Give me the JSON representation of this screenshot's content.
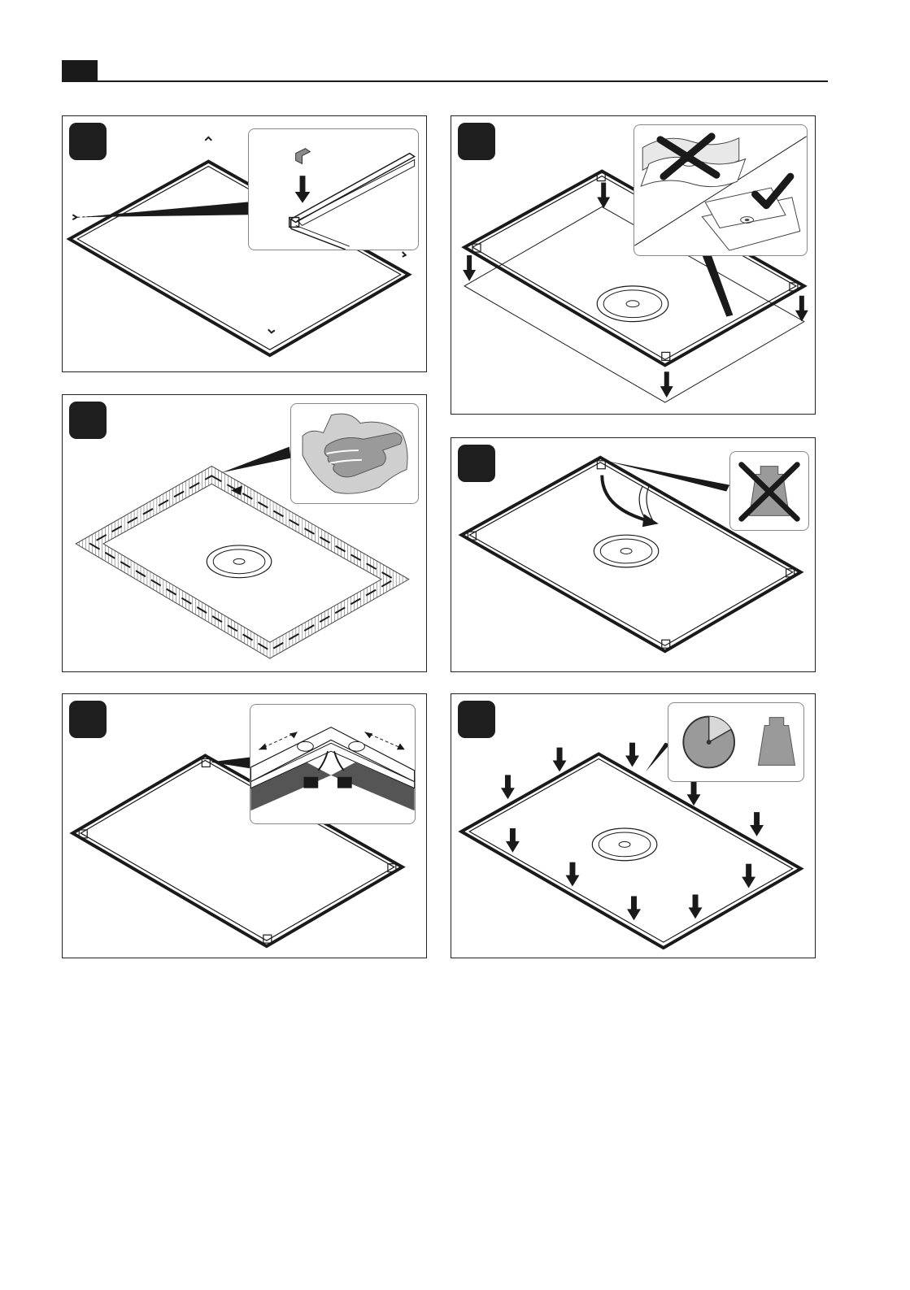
{
  "page": {
    "colors": {
      "ink": "#1a1a1a",
      "grey_fill": "#9a9a9a",
      "light_grey": "#cfcfcf",
      "background": "#ffffff"
    }
  },
  "steps": [
    {
      "id": "step-1",
      "icons": [
        "frame-corner-connector-icon",
        "down-arrow-icon"
      ]
    },
    {
      "id": "step-2",
      "icons": [
        "wrong-cross-icon",
        "correct-check-icon",
        "down-arrow-icon"
      ]
    },
    {
      "id": "step-3",
      "icons": [
        "cleaning-cloth-hand-icon"
      ]
    },
    {
      "id": "step-4",
      "icons": [
        "no-weight-icon",
        "peel-arrow-icon"
      ]
    },
    {
      "id": "step-5",
      "icons": [
        "corner-measure-icon"
      ]
    },
    {
      "id": "step-6",
      "icons": [
        "clock-icon",
        "weight-icon",
        "down-arrow-icon"
      ]
    }
  ]
}
